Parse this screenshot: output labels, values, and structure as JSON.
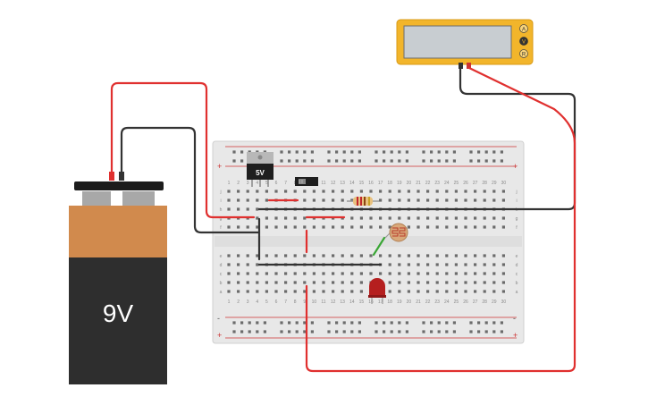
{
  "battery": {
    "label": "9V",
    "colors": {
      "top": "#d18a4d",
      "bottom": "#2e2e2e",
      "cap": "#1c1c1c",
      "terminal": "#a8a8a8"
    }
  },
  "regulator": {
    "label": "5V"
  },
  "multimeter": {
    "modes": [
      "A",
      "V",
      "R"
    ],
    "active_mode": "V",
    "display_value": "",
    "body_color": "#f2b52b",
    "screen_color": "#c8cdd1"
  },
  "breadboard": {
    "column_numbers_top": [
      "1",
      "2",
      "3",
      "4",
      "5",
      "6",
      "7",
      "8",
      "9",
      "10",
      "11",
      "12",
      "13",
      "14",
      "15",
      "16",
      "17",
      "18",
      "19",
      "20",
      "21",
      "22",
      "23",
      "24",
      "25",
      "26",
      "27",
      "28",
      "29",
      "30"
    ],
    "column_numbers_bottom": [
      "1",
      "2",
      "3",
      "4",
      "5",
      "6",
      "7",
      "8",
      "9",
      "10",
      "11",
      "12",
      "13",
      "14",
      "15",
      "16",
      "17",
      "18",
      "19",
      "20",
      "21",
      "22",
      "23",
      "24",
      "25",
      "26",
      "27",
      "28",
      "29",
      "30"
    ],
    "row_letters_top": [
      "j",
      "i",
      "h",
      "g",
      "f"
    ],
    "row_letters_bottom": [
      "e",
      "d",
      "c",
      "b",
      "a"
    ],
    "rail_plus": "+",
    "rail_minus": "-"
  },
  "wire_colors": {
    "red": "#e0302f",
    "black": "#333333",
    "green": "#3aa635"
  },
  "led_color": "#b51f1f"
}
